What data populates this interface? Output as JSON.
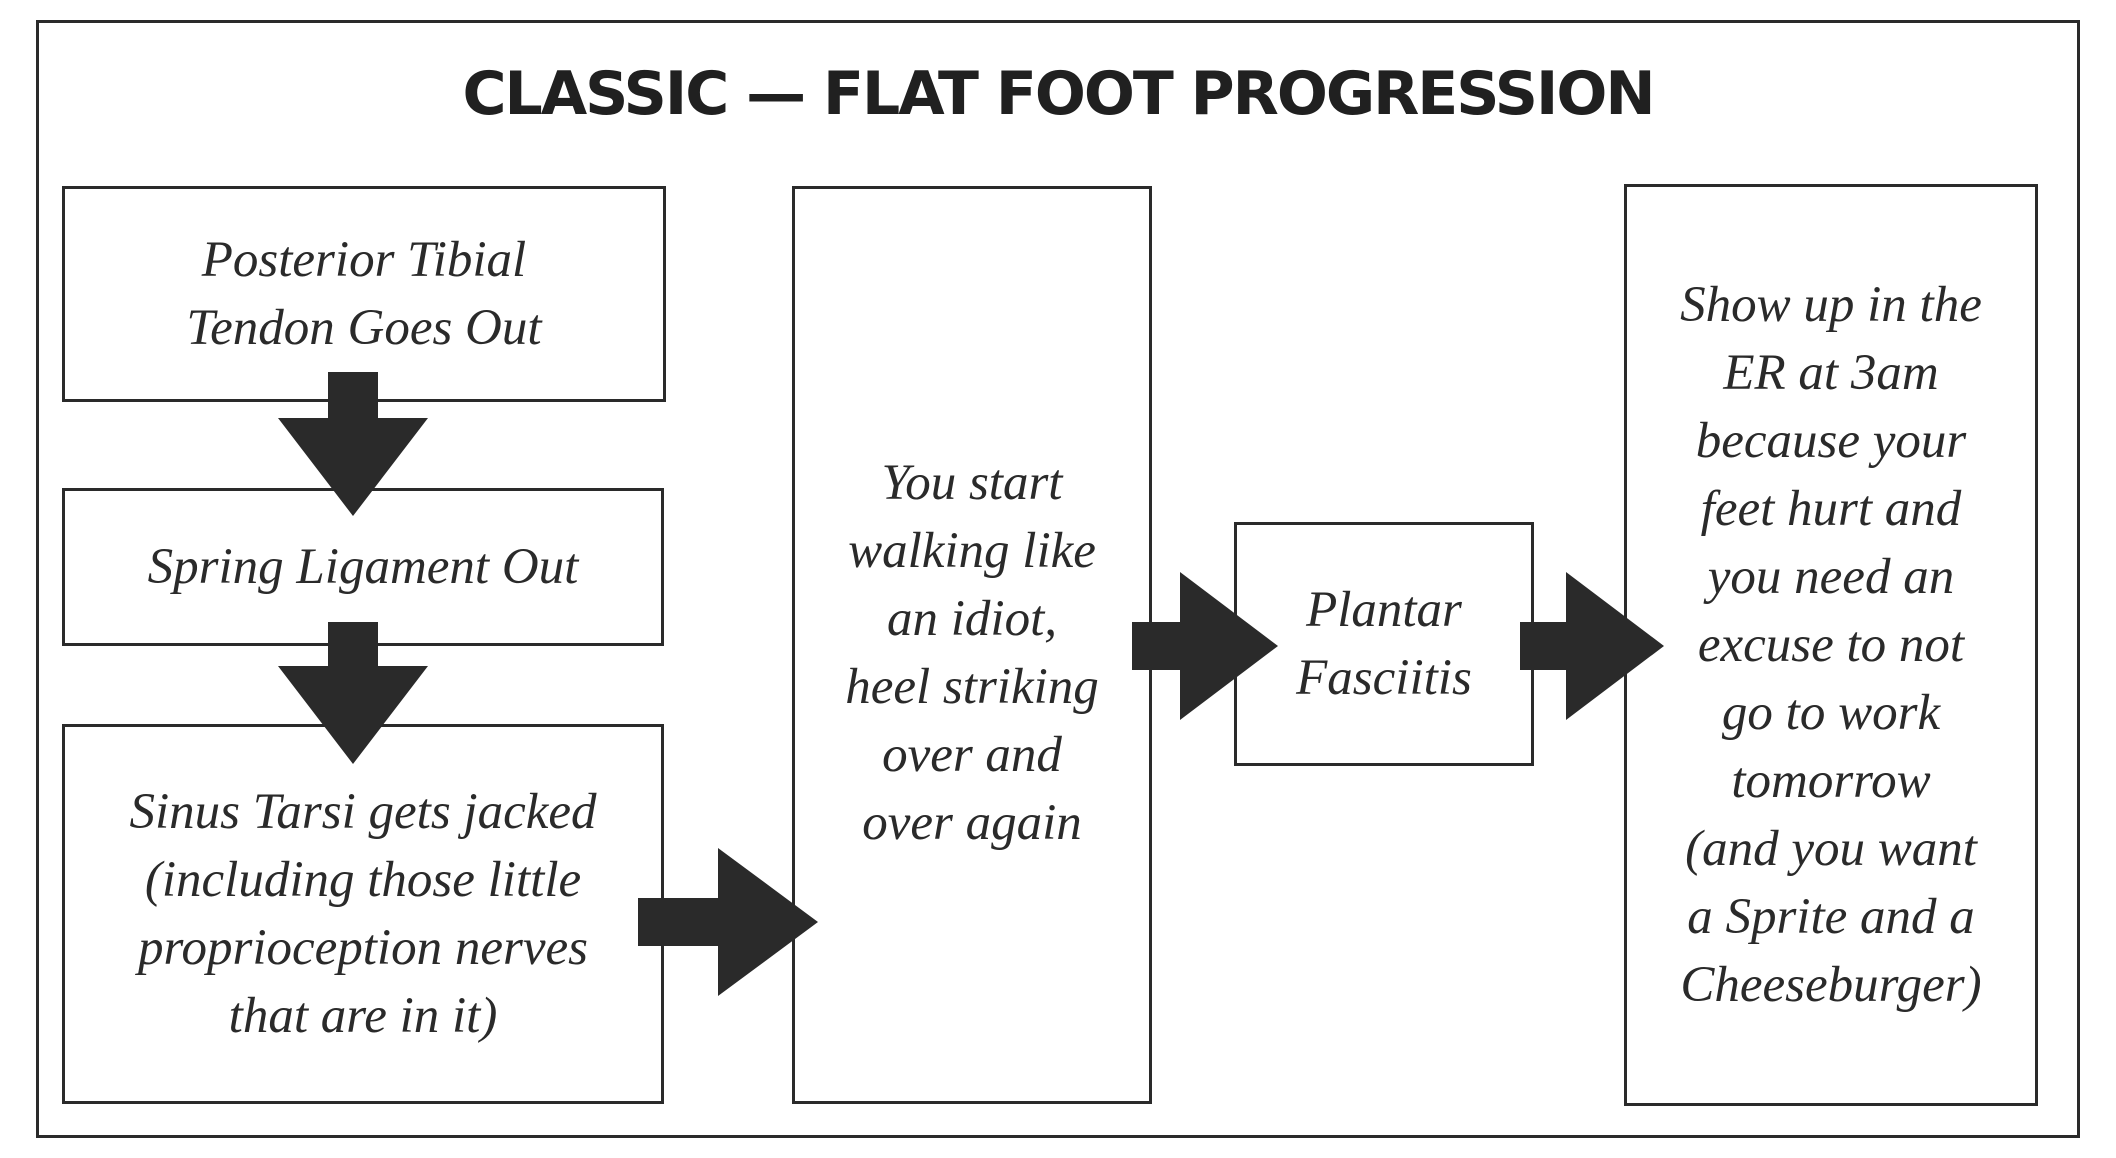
{
  "title": "CLASSIC — FLAT FOOT PROGRESSION",
  "nodes": {
    "posterior_tibial": "Posterior Tibial\nTendon Goes Out",
    "spring_ligament": "Spring Ligament Out",
    "sinus_tarsi": "Sinus Tarsi gets jacked\n(including those little\nproprioception nerves\nthat are in it)",
    "walking": "You start\nwalking like\nan idiot,\nheel striking\nover and\nover again",
    "plantar": "Plantar\nFasciitis",
    "er": "Show up in the\nER at 3am\nbecause your\nfeet hurt and\nyou need an\nexcuse to not\ngo to work\ntomorrow\n(and you want\na Sprite and a\nCheeseburger)"
  },
  "colors": {
    "arrow": "#2a2a2a",
    "border": "#2a2a2a",
    "text": "#2a2a2a"
  }
}
